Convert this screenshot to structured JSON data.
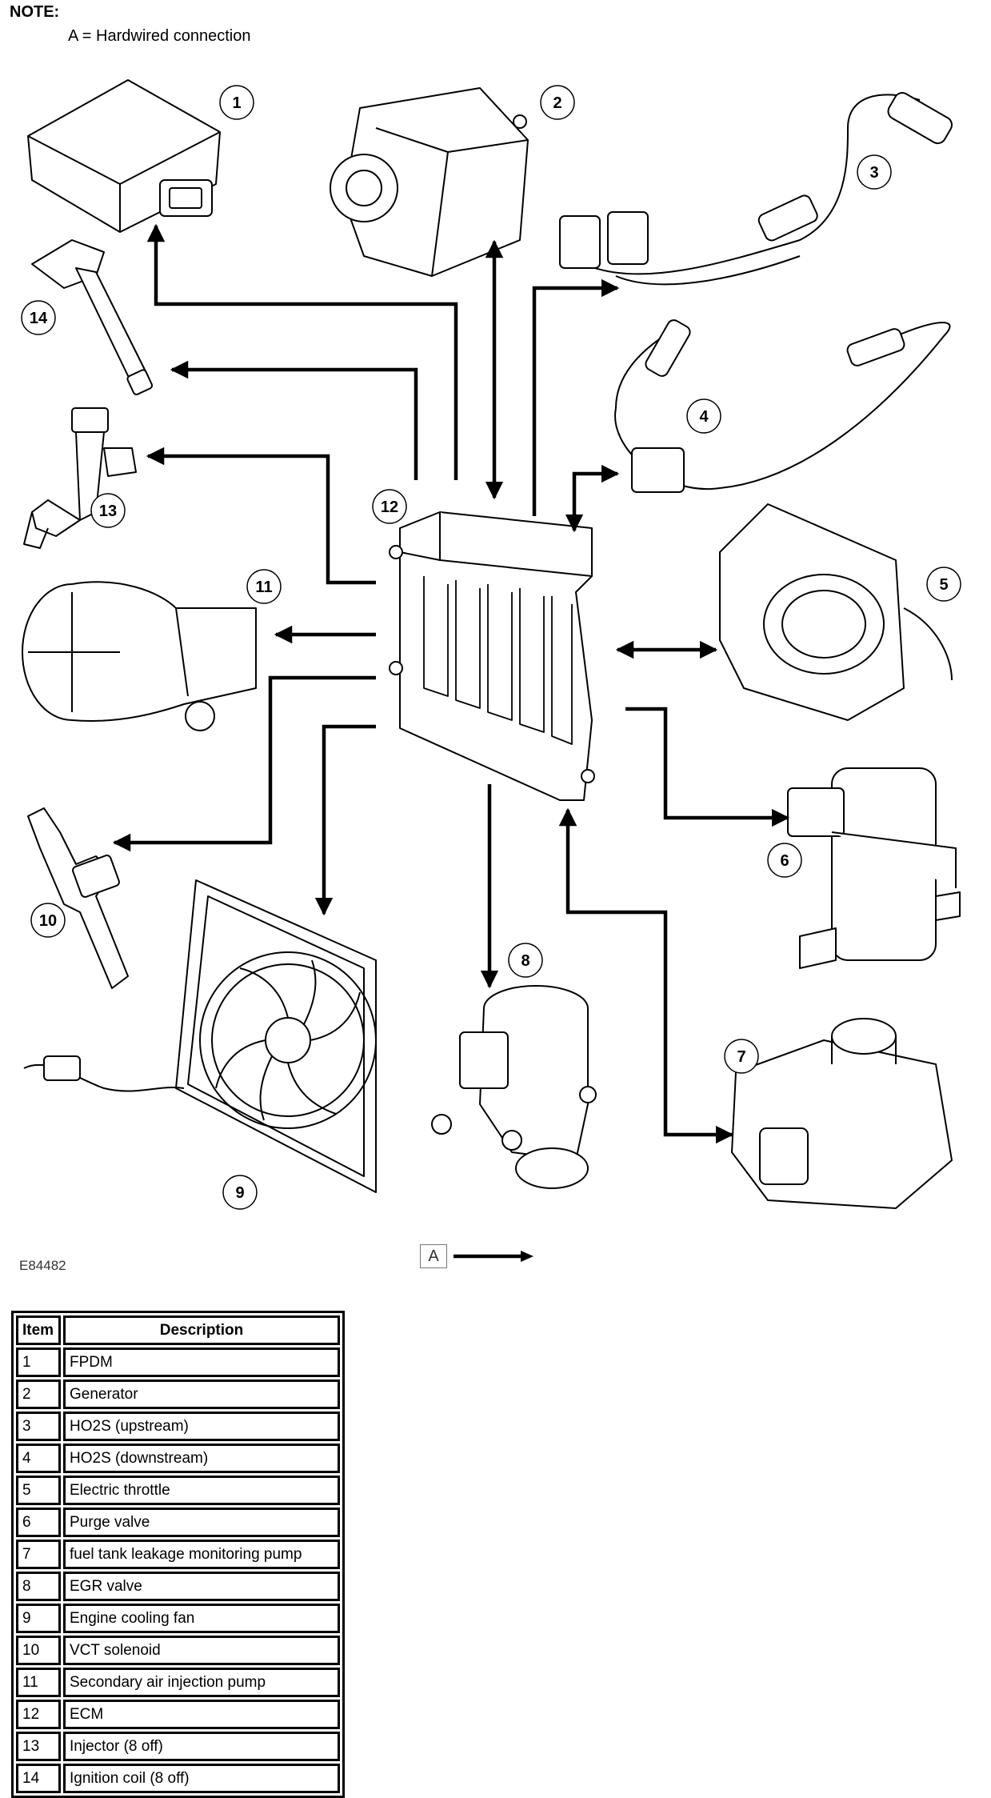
{
  "note": {
    "title": "NOTE:",
    "text": "A = Hardwired connection"
  },
  "diagram": {
    "center_label": "12",
    "callouts": [
      "1",
      "2",
      "3",
      "4",
      "5",
      "6",
      "7",
      "8",
      "9",
      "10",
      "11",
      "12",
      "13",
      "14"
    ],
    "figure_id": "E84482",
    "legend_key": "A"
  },
  "table": {
    "headers": {
      "item": "Item",
      "description": "Description"
    },
    "rows": [
      {
        "item": "1",
        "description": "FPDM"
      },
      {
        "item": "2",
        "description": "Generator"
      },
      {
        "item": "3",
        "description": "HO2S (upstream)"
      },
      {
        "item": "4",
        "description": "HO2S (downstream)"
      },
      {
        "item": "5",
        "description": "Electric throttle"
      },
      {
        "item": "6",
        "description": "Purge valve"
      },
      {
        "item": "7",
        "description": "fuel tank leakage monitoring pump"
      },
      {
        "item": "8",
        "description": "EGR valve"
      },
      {
        "item": "9",
        "description": "Engine cooling fan"
      },
      {
        "item": "10",
        "description": "VCT solenoid"
      },
      {
        "item": "11",
        "description": "Secondary air injection pump"
      },
      {
        "item": "12",
        "description": "ECM"
      },
      {
        "item": "13",
        "description": "Injector (8 off)"
      },
      {
        "item": "14",
        "description": "Ignition coil (8 off)"
      }
    ]
  }
}
